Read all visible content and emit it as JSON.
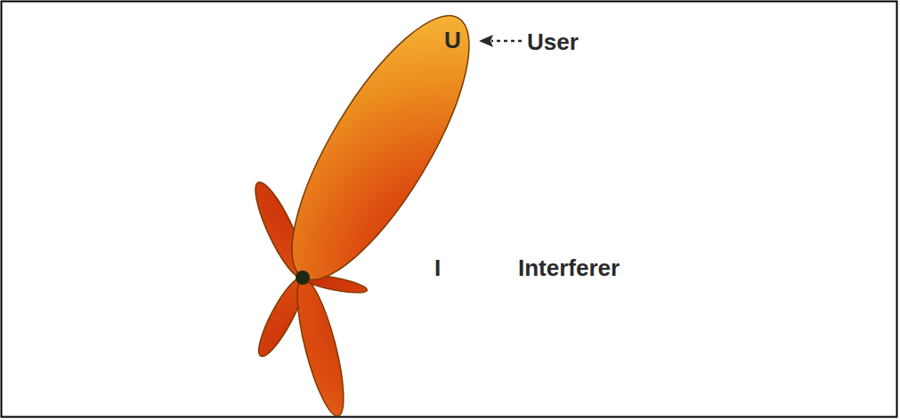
{
  "diagram": {
    "labels": [
      "U",
      "User",
      "I",
      "Interferer"
    ]
  }
}
